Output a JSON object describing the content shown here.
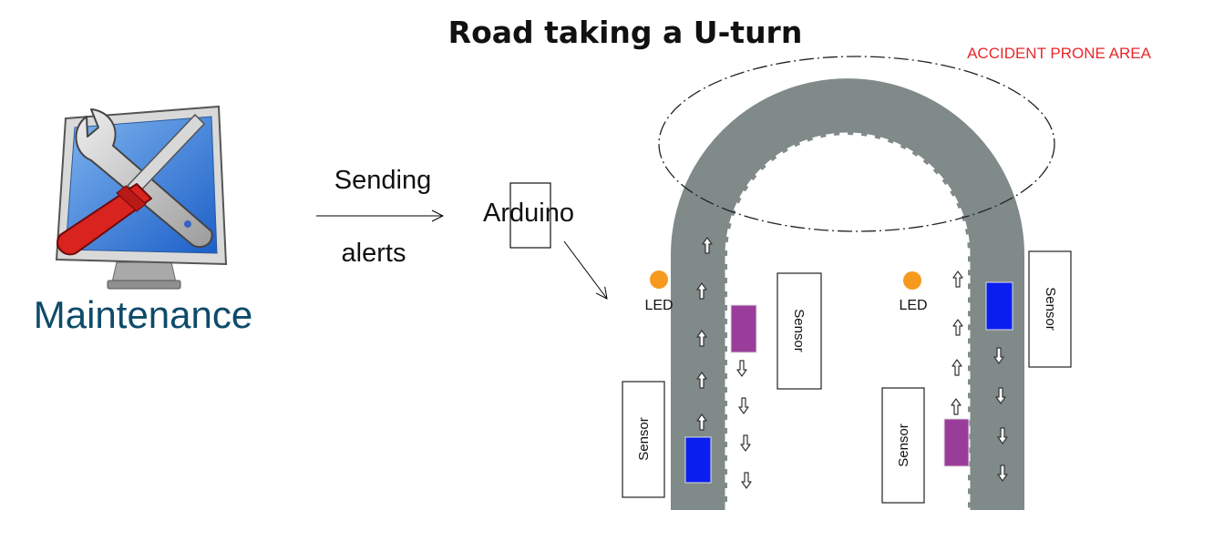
{
  "title": "Road taking a U-turn",
  "accident_label": "ACCIDENT PRONE AREA",
  "maintenance": {
    "label": "Maintenance",
    "icon": "maintenance-tools-icon"
  },
  "alert": {
    "line1": "Sending",
    "line2": "alerts"
  },
  "arduino_label": "Arduino",
  "led_label": "LED",
  "sensor_label": "Sensor",
  "colors": {
    "road": "#7f8a89",
    "lane_marking": "#ffffff",
    "accident_text": "#e8282c",
    "maintenance_text": "#0e4a6a",
    "led": "#f59a1f",
    "car_blue": "#0a1ef0",
    "car_purple": "#9a3d9a"
  }
}
